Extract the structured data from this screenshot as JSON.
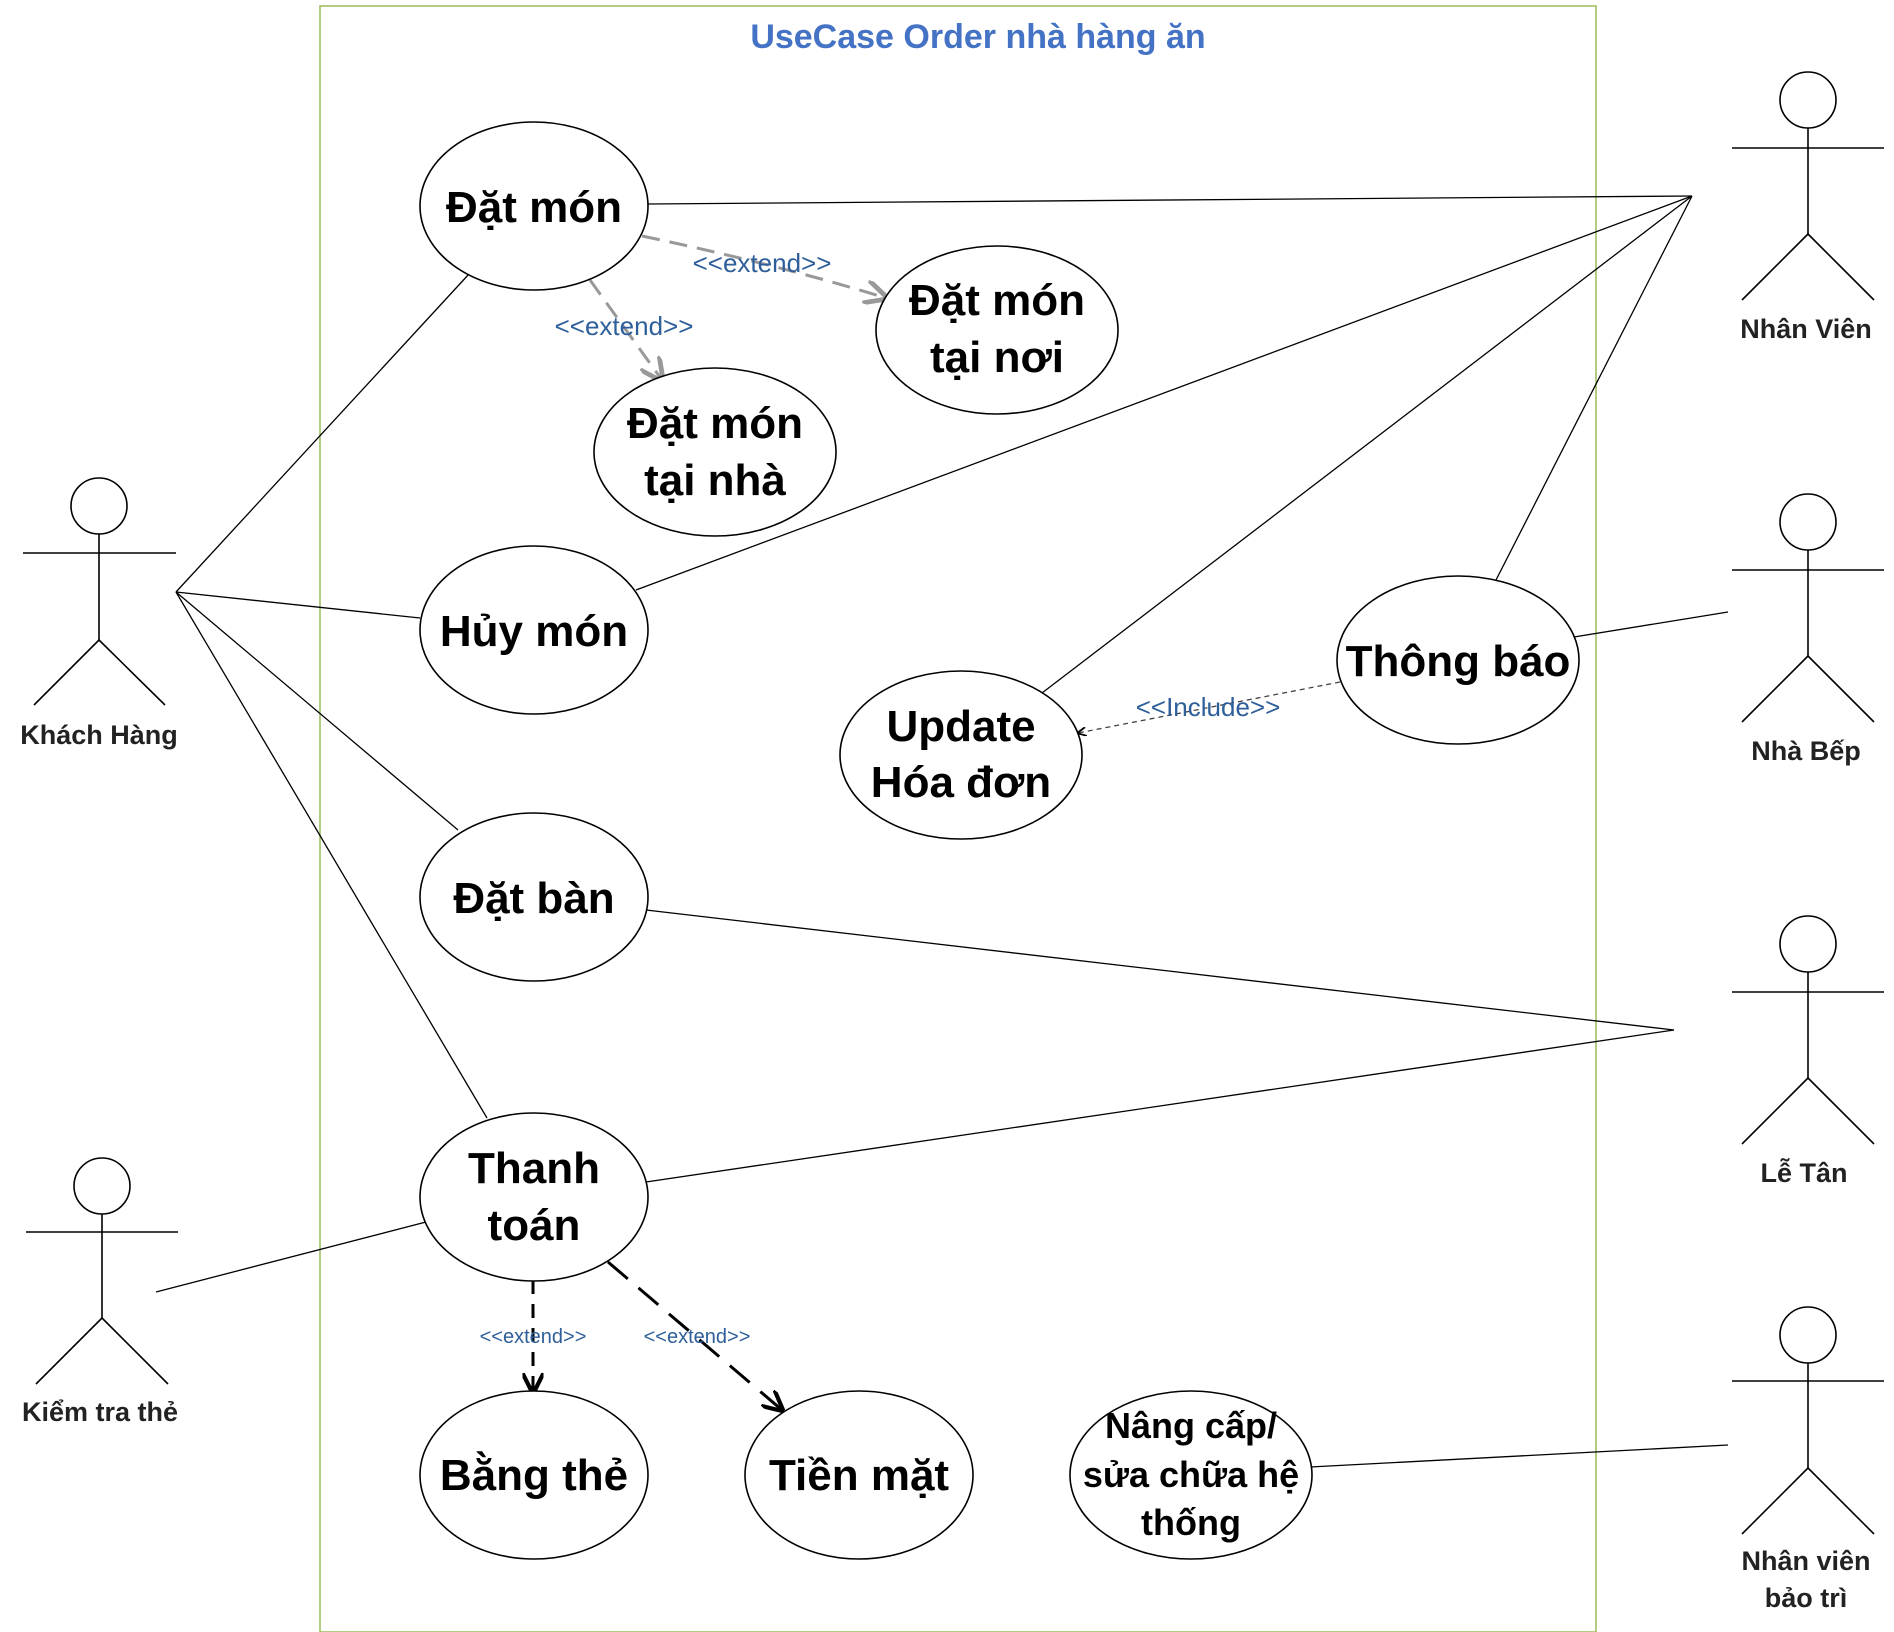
{
  "title": "UseCase Order nhà hàng ăn",
  "actors": {
    "khach_hang": "Khách Hàng",
    "kiem_tra_the": "Kiểm tra thẻ",
    "nhan_vien": "Nhân Viên",
    "nha_bep": "Nhà Bếp",
    "le_tan": "Lễ Tân",
    "nhan_vien_bao_tri": [
      "Nhân viên",
      "bảo trì"
    ]
  },
  "use_cases": {
    "dat_mon": [
      "Đặt món"
    ],
    "dat_mon_tai_noi": [
      "Đặt món",
      "tại nơi"
    ],
    "dat_mon_tai_nha": [
      "Đặt món",
      "tại nhà"
    ],
    "huy_mon": [
      "Hủy món"
    ],
    "thong_bao": [
      "Thông báo"
    ],
    "update_hoa_don": [
      "Update",
      "Hóa đơn"
    ],
    "dat_ban": [
      "Đặt bàn"
    ],
    "thanh_toan": [
      "Thanh",
      "toán"
    ],
    "bang_the": [
      "Bằng thẻ"
    ],
    "tien_mat": [
      "Tiền mặt"
    ],
    "nang_cap": [
      "Nâng cấp/",
      "sửa chữa hệ",
      "thống"
    ]
  },
  "relations": {
    "extend_tai_noi": "<<extend>>",
    "extend_tai_nha": "<<extend>>",
    "include_update": "<<Include>>",
    "extend_bang_the": "<<extend>>",
    "extend_tien_mat": "<<extend>>"
  },
  "colors": {
    "boundary": "#9BBB59",
    "title": "#4472C4",
    "stereotype": "#2E5F9A",
    "extend_gray": "#999999"
  }
}
